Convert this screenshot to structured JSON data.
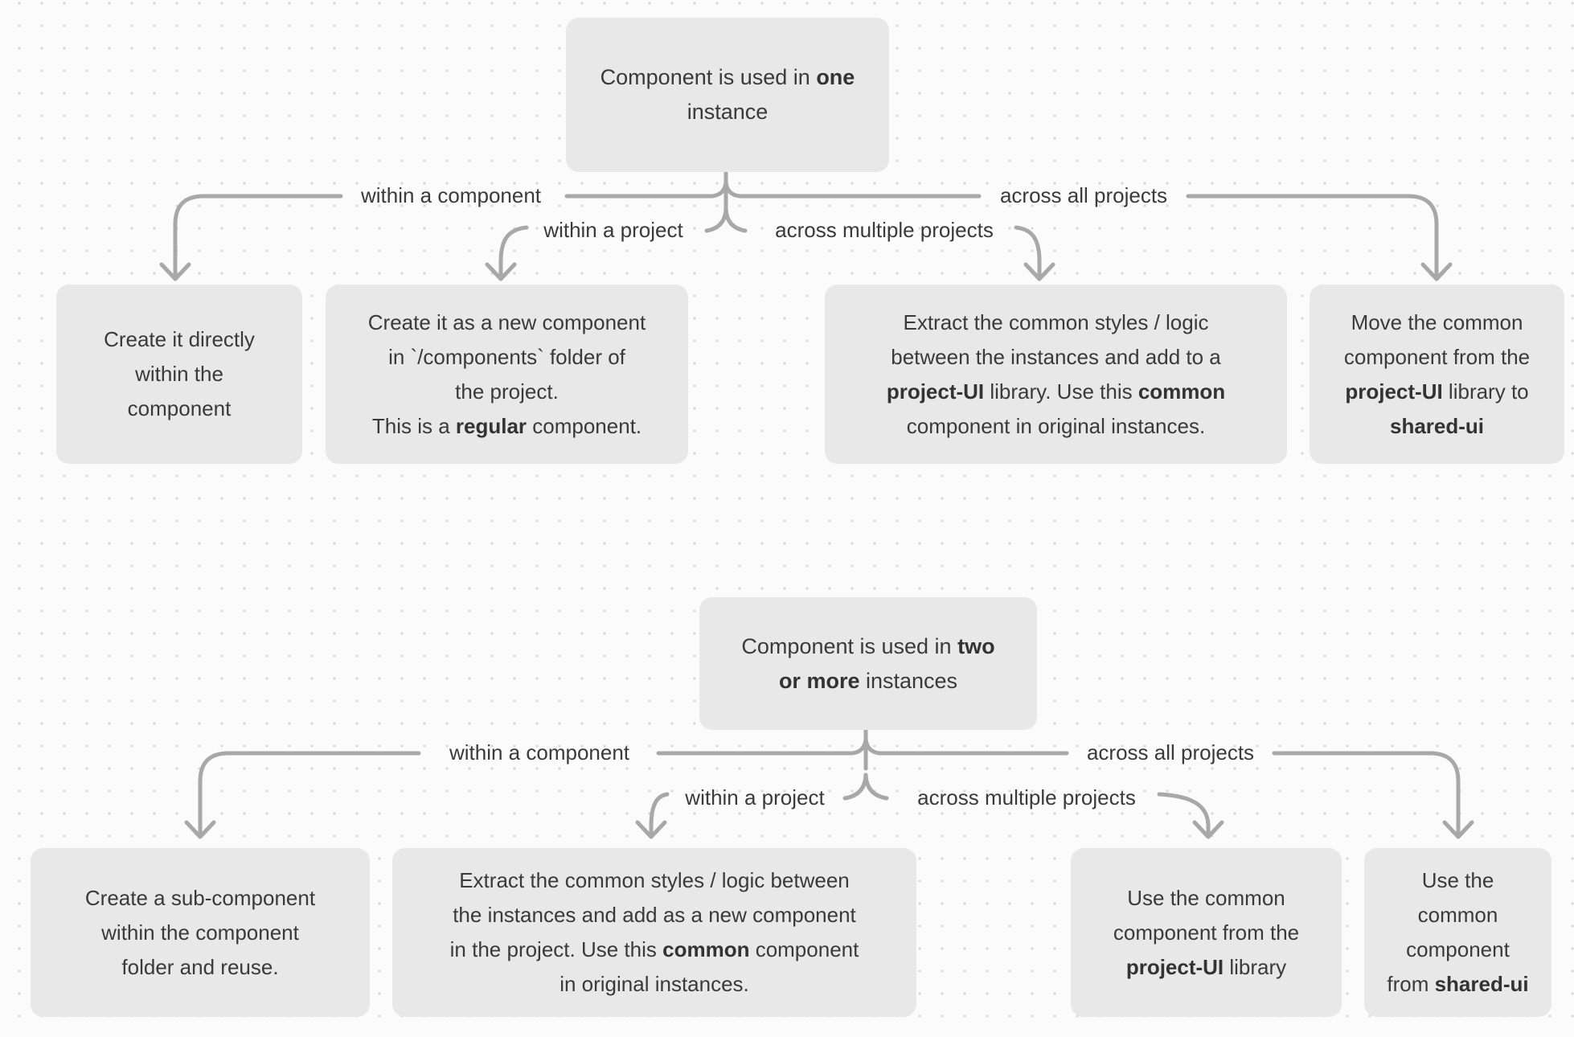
{
  "canvas": {
    "colors": {
      "bg": "#fbfbfb",
      "dot": "#d8d8d8",
      "box": "#e8e8e8",
      "text": "#3a3a3a",
      "line": "#a8a8a8"
    }
  },
  "tree_one": {
    "title": {
      "lines": [
        [
          {
            "t": "Component is used in "
          },
          {
            "t": "one",
            "b": true
          }
        ],
        [
          {
            "t": "instance"
          }
        ]
      ]
    },
    "labels": {
      "within_component": "within a component",
      "within_project": "within a project",
      "across_multiple": "across multiple projects",
      "across_all": "across all projects"
    },
    "leaves": {
      "within_component": {
        "lines": [
          [
            {
              "t": "Create it directly"
            }
          ],
          [
            {
              "t": "within the"
            }
          ],
          [
            {
              "t": "component"
            }
          ]
        ]
      },
      "within_project": {
        "lines": [
          [
            {
              "t": "Create it as a new component"
            }
          ],
          [
            {
              "t": "in `/components` folder of"
            }
          ],
          [
            {
              "t": "the project."
            }
          ],
          [
            {
              "t": "This is a "
            },
            {
              "t": "regular",
              "b": true
            },
            {
              "t": " component."
            }
          ]
        ]
      },
      "across_multiple": {
        "lines": [
          [
            {
              "t": "Extract the common styles / logic"
            }
          ],
          [
            {
              "t": "between the instances and add to a"
            }
          ],
          [
            {
              "t": "project-UI",
              "b": true
            },
            {
              "t": " library. Use this "
            },
            {
              "t": "common",
              "b": true
            }
          ],
          [
            {
              "t": "component in original instances."
            }
          ]
        ]
      },
      "across_all": {
        "lines": [
          [
            {
              "t": "Move the common"
            }
          ],
          [
            {
              "t": "component from the"
            }
          ],
          [
            {
              "t": "project-UI",
              "b": true
            },
            {
              "t": " library to"
            }
          ],
          [
            {
              "t": "shared-ui",
              "b": true
            }
          ]
        ]
      }
    }
  },
  "tree_two": {
    "title": {
      "lines": [
        [
          {
            "t": "Component is used in "
          },
          {
            "t": "two",
            "b": true
          }
        ],
        [
          {
            "t": "or more",
            "b": true
          },
          {
            "t": " instances"
          }
        ]
      ]
    },
    "labels": {
      "within_component": "within a component",
      "within_project": "within a project",
      "across_multiple": "across multiple projects",
      "across_all": "across all projects"
    },
    "leaves": {
      "within_component": {
        "lines": [
          [
            {
              "t": "Create a sub-component"
            }
          ],
          [
            {
              "t": "within the component"
            }
          ],
          [
            {
              "t": "folder and reuse."
            }
          ]
        ]
      },
      "within_project": {
        "lines": [
          [
            {
              "t": "Extract the common styles / logic between"
            }
          ],
          [
            {
              "t": "the instances and add as a new component"
            }
          ],
          [
            {
              "t": "in the project. Use this "
            },
            {
              "t": "common",
              "b": true
            },
            {
              "t": " component"
            }
          ],
          [
            {
              "t": "in original instances."
            }
          ]
        ]
      },
      "across_multiple": {
        "lines": [
          [
            {
              "t": "Use the common"
            }
          ],
          [
            {
              "t": "component from the"
            }
          ],
          [
            {
              "t": "project-UI",
              "b": true
            },
            {
              "t": " library"
            }
          ]
        ]
      },
      "across_all": {
        "lines": [
          [
            {
              "t": "Use the"
            }
          ],
          [
            {
              "t": "common"
            }
          ],
          [
            {
              "t": "component"
            }
          ],
          [
            {
              "t": "from "
            },
            {
              "t": "shared-ui",
              "b": true
            }
          ]
        ]
      }
    }
  }
}
